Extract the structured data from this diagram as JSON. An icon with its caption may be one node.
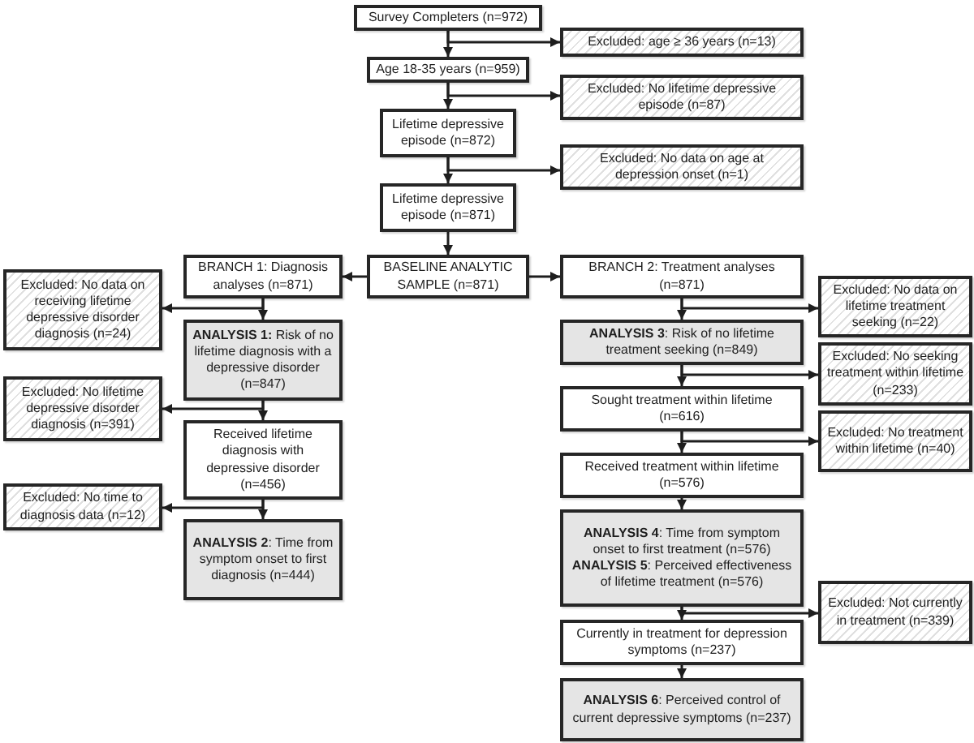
{
  "diagram": {
    "nodes": [
      {
        "text": [
          "Survey Completers (n=972)"
        ]
      },
      {
        "text": [
          "Excluded: age ≥ 36 years (n=13)"
        ]
      },
      {
        "text": [
          "Age 18-35 years (n=959)"
        ]
      },
      {
        "text": [
          "Excluded: No lifetime depressive episode (n=87)"
        ]
      },
      {
        "text": [
          "Lifetime depressive episode (n=872)"
        ]
      },
      {
        "text": [
          "Excluded: No data on age at depression onset (n=1)"
        ]
      },
      {
        "text": [
          "Lifetime depressive episode (n=871)"
        ]
      },
      {
        "text": [
          "BASELINE ANALYTIC SAMPLE (n=871)"
        ]
      },
      {
        "text": [
          "BRANCH 1: Diagnosis analyses (n=871)"
        ]
      },
      {
        "text": [
          "Excluded: No data on receiving lifetime depressive disorder diagnosis (n=24)"
        ]
      },
      {
        "text": [
          "**ANALYSIS 1:** Risk of no lifetime diagnosis with a depressive disorder (n=847)"
        ]
      },
      {
        "text": [
          "Excluded: No lifetime depressive disorder diagnosis (n=391)"
        ]
      },
      {
        "text": [
          "Received lifetime diagnosis with depressive disorder (n=456)"
        ]
      },
      {
        "text": [
          "Excluded: No time to diagnosis data (n=12)"
        ]
      },
      {
        "text": [
          "**ANALYSIS 2**: Time from symptom onset to first diagnosis (n=444)"
        ]
      },
      {
        "text": [
          "BRANCH 2: Treatment analyses (n=871)"
        ]
      },
      {
        "text": [
          "Excluded: No data on lifetime treatment seeking (n=22)"
        ]
      },
      {
        "text": [
          "**ANALYSIS 3**: Risk of no lifetime treatment seeking (n=849)"
        ]
      },
      {
        "text": [
          "Excluded: No seeking treatment within lifetime (n=233)"
        ]
      },
      {
        "text": [
          "Sought treatment within lifetime (n=616)"
        ]
      },
      {
        "text": [
          "Excluded: No treatment within lifetime (n=40)"
        ]
      },
      {
        "text": [
          "Received treatment within lifetime (n=576)"
        ]
      },
      {
        "text": [
          "**ANALYSIS 4**: Time from symptom onset to first treatment (n=576)",
          "**ANALYSIS 5**: Perceived effectiveness of lifetime treatment (n=576)"
        ]
      },
      {
        "text": [
          "Excluded: Not currently in treatment (n=339)"
        ]
      },
      {
        "text": [
          "Currently in treatment for depression symptoms (n=237)"
        ]
      },
      {
        "text": [
          "**ANALYSIS 6**: Perceived control of current depressive symptoms (n=237)"
        ]
      }
    ],
    "edges": [
      {
        "from": 0,
        "to": 2,
        "arrow": "to"
      },
      {
        "from": 0,
        "to": 1,
        "arrow": "to"
      },
      {
        "from": 2,
        "to": 4,
        "arrow": "to"
      },
      {
        "from": 2,
        "to": 3,
        "arrow": "to"
      },
      {
        "from": 4,
        "to": 6,
        "arrow": "to"
      },
      {
        "from": 4,
        "to": 5,
        "arrow": "to"
      },
      {
        "from": 6,
        "to": 7,
        "arrow": "to"
      },
      {
        "from": 7,
        "to": 8,
        "arrow": "to"
      },
      {
        "from": 7,
        "to": 15,
        "arrow": "to"
      },
      {
        "from": 8,
        "to": 10,
        "arrow": "to"
      },
      {
        "from": 8,
        "to": 9,
        "arrow": "to"
      },
      {
        "from": 10,
        "to": 12,
        "arrow": "to"
      },
      {
        "from": 10,
        "to": 11,
        "arrow": "to"
      },
      {
        "from": 12,
        "to": 14,
        "arrow": "to"
      },
      {
        "from": 12,
        "to": 13,
        "arrow": "to"
      },
      {
        "from": 15,
        "to": 17,
        "arrow": "to"
      },
      {
        "from": 15,
        "to": 16,
        "arrow": "to"
      },
      {
        "from": 17,
        "to": 19,
        "arrow": "to"
      },
      {
        "from": 17,
        "to": 18,
        "arrow": "to"
      },
      {
        "from": 19,
        "to": 21,
        "arrow": "to"
      },
      {
        "from": 19,
        "to": 20,
        "arrow": "to"
      },
      {
        "from": 21,
        "to": 22,
        "arrow": "to"
      },
      {
        "from": 22,
        "to": 24,
        "arrow": "to"
      },
      {
        "from": 22,
        "to": 23,
        "arrow": "to"
      },
      {
        "from": 24,
        "to": 25,
        "arrow": "to"
      }
    ]
  }
}
